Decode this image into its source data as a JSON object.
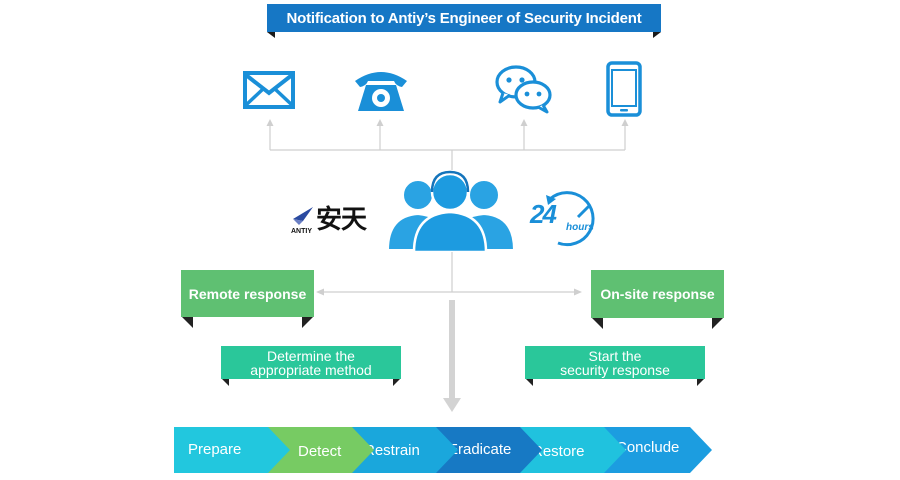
{
  "title": "Notification to Antiy’s Engineer of Security Incident",
  "channels": [
    {
      "icon": "envelope-icon"
    },
    {
      "icon": "telephone-icon"
    },
    {
      "icon": "chat-bubbles-icon"
    },
    {
      "icon": "mobile-phone-icon"
    }
  ],
  "center": {
    "logo_text": "安天",
    "logo_sub": "ANTIY",
    "clock_number": "24",
    "clock_unit": "hours"
  },
  "responses": {
    "remote": "Remote response",
    "onsite": "On-site response"
  },
  "actions": {
    "remote": "Determine the\nappropriate method",
    "onsite": "Start the\nsecurity response"
  },
  "steps": [
    {
      "label": "Prepare",
      "color": "#22c7de"
    },
    {
      "label": "Detect",
      "color": "#77cb63"
    },
    {
      "label": "Restrain",
      "color": "#1aa7dc"
    },
    {
      "label": "Eradicate",
      "color": "#1779c4"
    },
    {
      "label": "Restore",
      "color": "#20c2de"
    },
    {
      "label": "Conclude",
      "color": "#1c9de0"
    }
  ],
  "colors": {
    "primary_blue": "#1677c5",
    "sky_blue": "#1a9fe0",
    "green": "#5fc072",
    "teal": "#2ac79a",
    "connector_gray": "#c9c9c9"
  }
}
